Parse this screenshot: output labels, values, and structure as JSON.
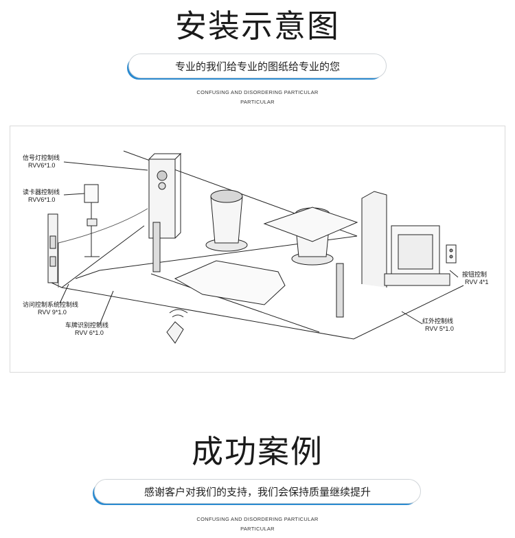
{
  "section1": {
    "title": "安装示意图",
    "subtitle": "专业的我们给专业的图纸给专业的您",
    "caption_line1": "CONFUSING AND DISORDERING PARTICULAR",
    "caption_line2": "PARTICULAR"
  },
  "diagram": {
    "labels": [
      {
        "name": "signal-light-cable",
        "title": "信号灯控制线",
        "spec": "RVV6*1.0"
      },
      {
        "name": "card-reader-cable",
        "title": "读卡器控制线",
        "spec": "RVV6*1.0"
      },
      {
        "name": "visitor-system-cable",
        "title": "访问控制系统控制线",
        "spec": "RVV 9*1.0"
      },
      {
        "name": "plate-recognition-cable",
        "title": "车牌识别控制线",
        "spec": "RVV 6*1.0"
      },
      {
        "name": "button-control-cable",
        "title": "按钮控制",
        "spec": "RVV 4*1"
      },
      {
        "name": "infrared-cable",
        "title": "红外控制线",
        "spec": "RVV 5*1.0"
      }
    ]
  },
  "section2": {
    "title": "成功案例",
    "subtitle": "感谢客户对我们的支持，我们会保持质量继续提升",
    "caption_line1": "CONFUSING AND DISORDERING PARTICULAR",
    "caption_line2": "PARTICULAR"
  },
  "colors": {
    "accent": "#2a8ad0",
    "line": "#222222"
  }
}
